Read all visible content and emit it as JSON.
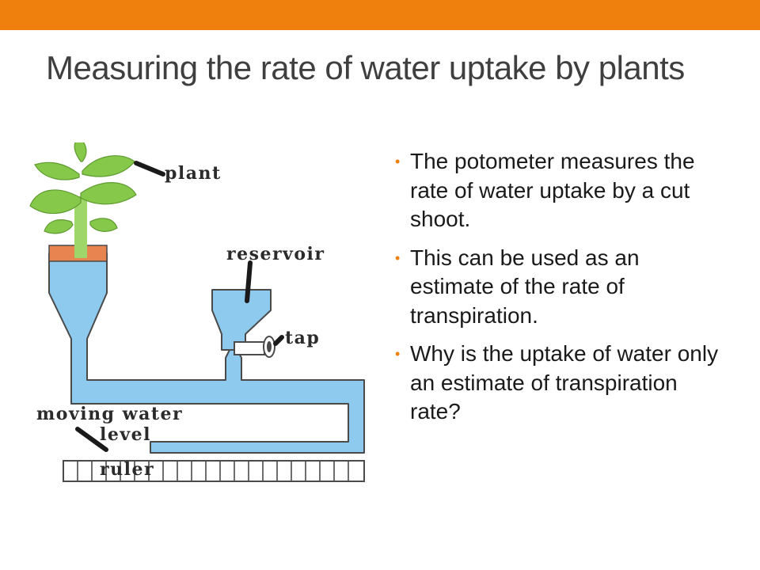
{
  "slide": {
    "title": "Measuring the rate of water uptake by plants",
    "accent_color": "#f0800d",
    "bullets": [
      "The potometer measures the rate of water uptake by a cut shoot.",
      "This can be used as an estimate of the rate of transpiration.",
      "Why is the uptake of water only an estimate of transpiration rate?"
    ]
  },
  "diagram": {
    "labels": {
      "plant": "plant",
      "reservoir": "reservoir",
      "tap": "tap",
      "moving_water": "moving water",
      "level": "level",
      "ruler": "ruler"
    },
    "colors": {
      "water": "#8ec9ee",
      "outline": "#4a4a4a",
      "leaf": "#86c94a",
      "stem": "#9ed66a",
      "stopper": "#e8844f"
    }
  }
}
